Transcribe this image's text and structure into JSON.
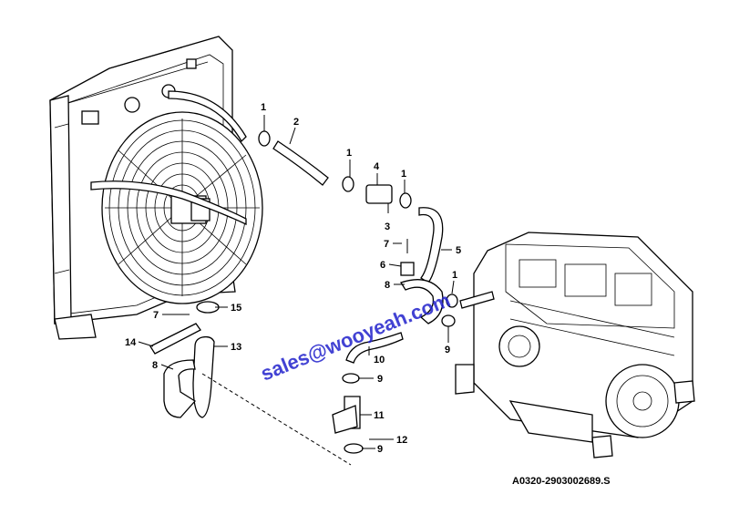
{
  "callouts": {
    "c1a": "1",
    "c2": "2",
    "c1b": "1",
    "c4": "4",
    "c1c": "1",
    "c3": "3",
    "c7a": "7",
    "c5": "5",
    "c6": "6",
    "c8a": "8",
    "c1d": "1",
    "c9a": "9",
    "c7b": "7",
    "c15": "15",
    "c14": "14",
    "c13": "13",
    "c8b": "8",
    "c10": "10",
    "c9b": "9",
    "c11": "11",
    "c12": "12",
    "c9c": "9"
  },
  "watermark": "sales@wooyeah.com",
  "reference": "A0320-2903002689.S"
}
